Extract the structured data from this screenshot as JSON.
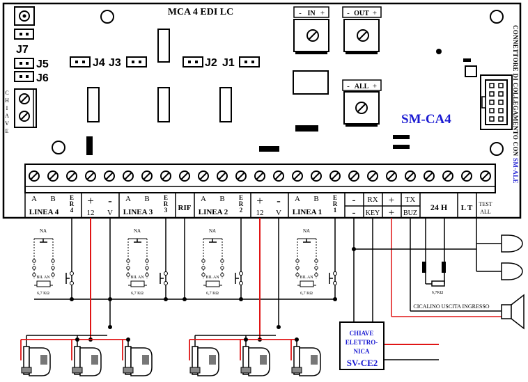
{
  "board": {
    "title": "MCA 4 EDI LC",
    "model": "SM-CA4",
    "connector_label": "CONNETTORE DI COLLEGAMENTO CON",
    "connector_model": "SM-ALE",
    "chiave_letters": [
      "C",
      "H",
      "I",
      "A",
      "V",
      "E"
    ],
    "pot_in": "IN",
    "pot_out": "OUT",
    "pot_all": "ALL",
    "minus": "-",
    "plus": "+",
    "jumpers": {
      "j7": "J7",
      "j5": "J5",
      "j6": "J6",
      "j4": "J4",
      "j3": "J3",
      "j2": "J2",
      "j1": "J1"
    }
  },
  "terminals": {
    "linea4": "LINEA 4",
    "linea3": "LINEA 3",
    "linea2": "LINEA 2",
    "linea1": "LINEA 1",
    "a": "A",
    "b": "B",
    "er4": [
      "E",
      "R",
      "4"
    ],
    "er3": [
      "E",
      "R",
      "3"
    ],
    "er2": [
      "E",
      "R",
      "2"
    ],
    "er1": [
      "E",
      "R",
      "1"
    ],
    "plus": "+",
    "minus": "-",
    "v12": "12",
    "v": "V",
    "rif": "RIF",
    "rx": "RX",
    "key": "KEY",
    "tx": "TX",
    "buz": "BUZ",
    "h24": "24 H",
    "lt": "L T",
    "test": "TEST",
    "all": "ALL"
  },
  "wiring": {
    "na": "NA",
    "bilan": "BIL AN",
    "res": "6,7 KΩ",
    "res_24h": "6,7KΩ",
    "cicalino": "CICALINO USCITA INGRESSO",
    "chiave_label": [
      "CHIAVE",
      "ELETTRO-",
      "NICA"
    ],
    "sv_model": "SV-CE2"
  },
  "colors": {
    "accent_blue": "#1a1ad2",
    "wire_red": "#e01515",
    "line": "#000000"
  }
}
